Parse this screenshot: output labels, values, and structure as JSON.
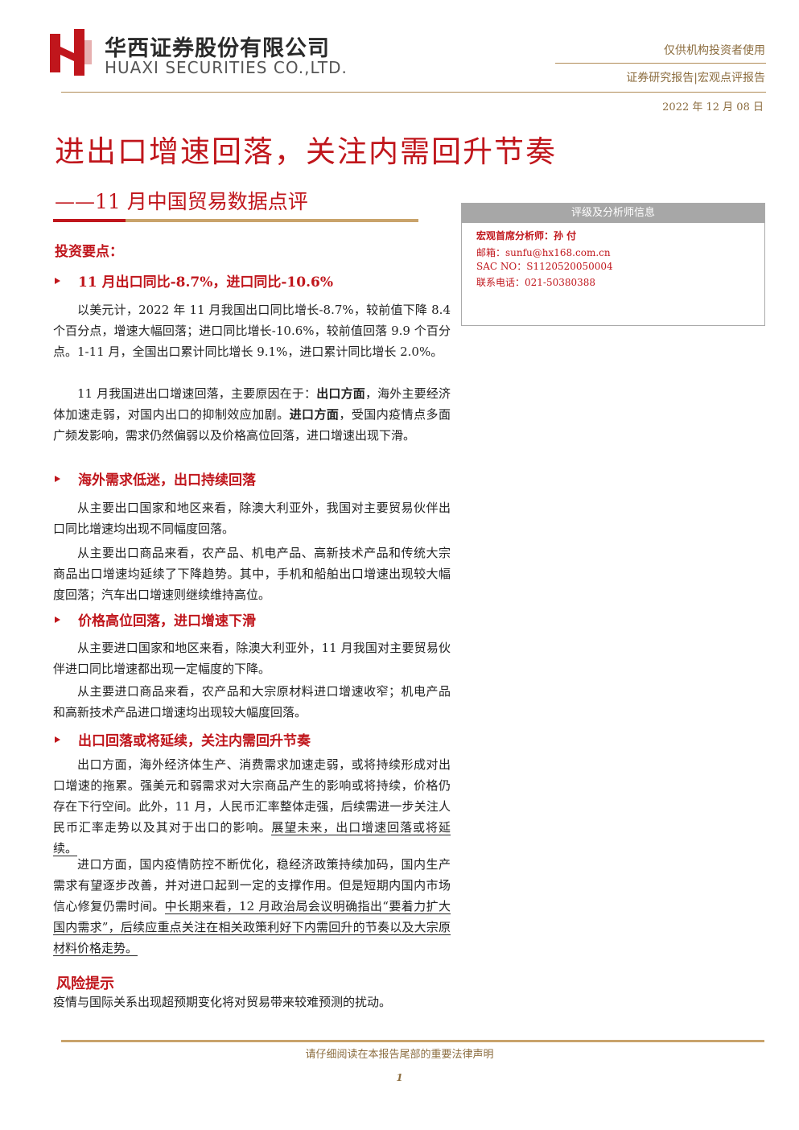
{
  "header": {
    "company_cn": "华西证券股份有限公司",
    "company_en": "HUAXI SECURITIES CO.,LTD.",
    "audience": "仅供机构投资者使用",
    "report_type": "证券研究报告|宏观点评报告",
    "date": "2022 年 12 月 08 日",
    "brand_color": "#c0161c",
    "accent_color": "#c9a36b"
  },
  "title": "进出口增速回落，关注内需回升节奏",
  "subtitle": "——11 月中国贸易数据点评",
  "analyst_box": {
    "heading": "评级及分析师信息",
    "analyst": "宏观首席分析师：孙 付",
    "email": "邮箱：sunfu@hx168.com.cn",
    "sac": "SAC NO：S1120520050004",
    "phone": "联系电话：021-50380388"
  },
  "section_label": "投资要点：",
  "points": [
    {
      "heading": "11 月出口同比-8.7%，进口同比-10.6%",
      "paras": [
        {
          "text": "以美元计，2022 年 11 月我国出口同比增长-8.7%，较前值下降 8.4 个百分点，增速大幅回落；进口同比增长-10.6%，较前值回落 9.9 个百分点。1-11 月，全国出口累计同比增长 9.1%，进口累计同比增长 2.0%。"
        },
        {
          "t1": "11 月我国进出口增速回落，主要原因在于：",
          "b1": "出口方面",
          "t2": "，海外主要经济体加速走弱，对国内出口的抑制效应加剧。",
          "b2": "进口方面",
          "t3": "，受国内疫情点多面广频发影响，需求仍然偏弱以及价格高位回落，进口增速出现下滑。"
        }
      ]
    },
    {
      "heading": "海外需求低迷，出口持续回落",
      "paras": [
        {
          "text": "从主要出口国家和地区来看，除澳大利亚外，我国对主要贸易伙伴出口同比增速均出现不同幅度回落。"
        },
        {
          "text": "从主要出口商品来看，农产品、机电产品、高新技术产品和传统大宗商品出口增速均延续了下降趋势。其中，手机和船舶出口增速出现较大幅度回落；汽车出口增速则继续维持高位。"
        }
      ]
    },
    {
      "heading": "价格高位回落，进口增速下滑",
      "paras": [
        {
          "text": "从主要进口国家和地区来看，除澳大利亚外，11 月我国对主要贸易伙伴进口同比增速都出现一定幅度的下降。"
        },
        {
          "text": "从主要进口商品来看，农产品和大宗原材料进口增速收窄；机电产品和高新技术产品进口增速均出现较大幅度回落。"
        }
      ]
    },
    {
      "heading": "出口回落或将延续，关注内需回升节奏",
      "paras": [
        {
          "text": "出口方面，海外经济体生产、消费需求加速走弱，或将持续形成对出口增速的拖累。强美元和弱需求对大宗商品产生的影响或将持续，价格仍存在下行空间。此外，11 月，人民币汇率整体走强，后续需进一步关注人民币汇率走势以及其对于出口的影响。",
          "underline": "展望未来，出口增速回落或将延续。"
        },
        {
          "text": "进口方面，国内疫情防控不断优化，稳经济政策持续加码，国内生产需求有望逐步改善，并对进口起到一定的支撑作用。但是短期内国内市场信心修复仍需时间。",
          "underline": "中长期来看，12 月政治局会议明确指出“要着力扩大国内需求”，后续应重点关注在相关政策利好下内需回升的节奏以及大宗原材料价格走势。"
        }
      ]
    }
  ],
  "risk": {
    "title": "风险提示",
    "text": "疫情与国际关系出现超预期变化将对贸易带来较难预测的扰动。"
  },
  "footer": {
    "notice": "请仔细阅读在本报告尾部的重要法律声明",
    "page": "1"
  }
}
